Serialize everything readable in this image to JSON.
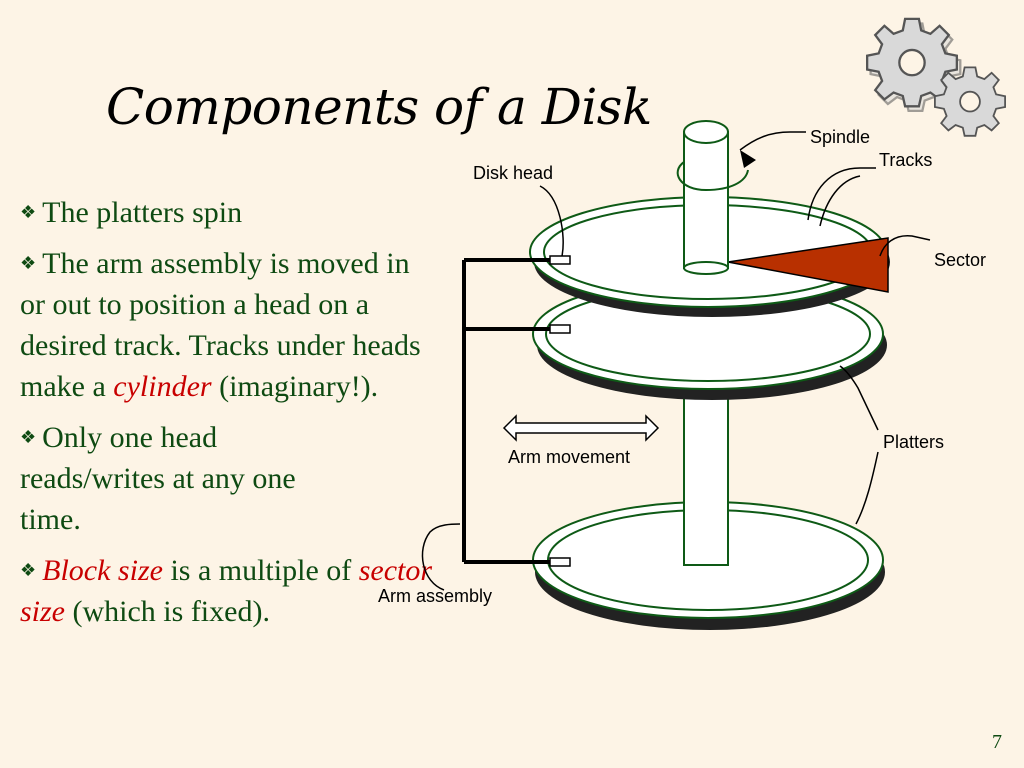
{
  "slide": {
    "title": "Components of a Disk",
    "page_number": "7",
    "bullets": [
      {
        "parts": [
          {
            "text": "The platters spin",
            "em": false
          }
        ]
      },
      {
        "parts": [
          {
            "text": "The arm assembly is moved in or out to position a head on a desired track. Tracks under heads  make a ",
            "em": false
          },
          {
            "text": "cylinder",
            "em": true
          },
          {
            "text": " (imaginary!).",
            "em": false
          }
        ]
      },
      {
        "parts": [
          {
            "text": "Only one head reads/writes at any one time.",
            "em": false
          }
        ]
      },
      {
        "parts": [
          {
            "text": "Block size",
            "em": true
          },
          {
            "text": " is a multiple of ",
            "em": false
          },
          {
            "text": "sector size",
            "em": true
          },
          {
            "text": " (which is fixed).",
            "em": false
          }
        ]
      }
    ],
    "bullet_icon": "diamond-dots-icon"
  },
  "diagram": {
    "labels": {
      "spindle": "Spindle",
      "tracks": "Tracks",
      "disk_head": "Disk head",
      "sector": "Sector",
      "arm_movement": "Arm movement",
      "platters": "Platters",
      "arm_assembly": "Arm assembly"
    }
  },
  "colors": {
    "background": "#fdf4e6",
    "body_text": "#0e4a12",
    "emphasis": "#c80000",
    "platter_outline": "#0e5a16",
    "sector": "#b83000"
  },
  "icons": [
    "gear-icon",
    "gear-icon"
  ]
}
